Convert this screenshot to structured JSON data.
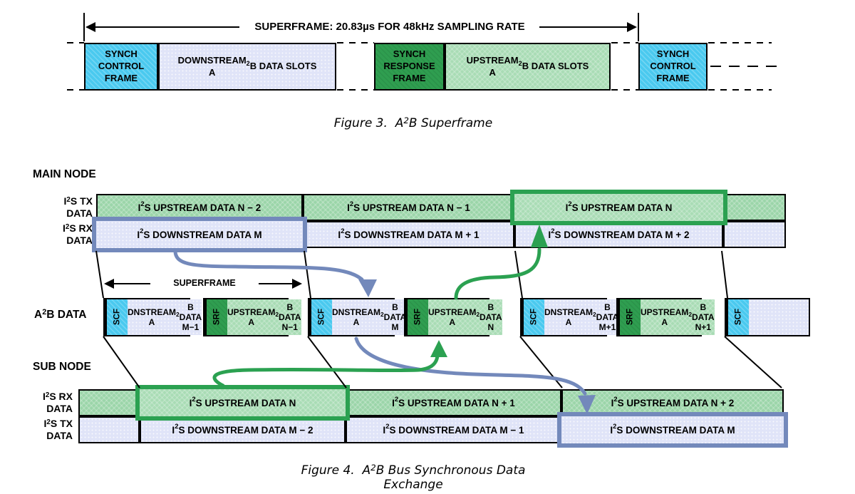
{
  "colors": {
    "scf-cyan": "#4ac9ef",
    "srf-green": "#2f9e50",
    "upstream-green": "#a9dcb5",
    "row-green": "#9bd5a9",
    "row-lavender": "#e0e4f8",
    "highlight-green": "#2ba151",
    "highlight-blue": "#7389bb",
    "arrow-green": "#2ba151",
    "arrow-blue": "#7389bb"
  },
  "figure3": {
    "superframe_label": "SUPERFRAME: 20.83µs FOR 48kHz SAMPLING RATE",
    "blocks": {
      "scf_left": "SYNCH\nCONTROL\nFRAME",
      "downstream": "DOWNSTREAM\nA²B DATA SLOTS",
      "srf": "SYNCH\nRESPONSE\nFRAME",
      "upstream": "UPSTREAM\nA²B DATA SLOTS",
      "scf_right": "SYNCH\nCONTROL\nFRAME"
    },
    "caption": "Figure 3.  A²B Superframe"
  },
  "figure4": {
    "main_node": {
      "title": "MAIN NODE",
      "tx_label": "I²S TX\nDATA",
      "rx_label": "I²S RX\nDATA",
      "tx_blocks": [
        "I²S UPSTREAM DATA N − 2",
        "I²S UPSTREAM DATA N − 1",
        "I²S UPSTREAM DATA N",
        ""
      ],
      "rx_blocks": [
        "I²S DOWNSTREAM DATA M",
        "I²S DOWNSTREAM DATA M + 1",
        "I²S DOWNSTREAM DATA M + 2",
        ""
      ]
    },
    "a2b": {
      "label": "A²B DATA",
      "superframe_label": "SUPERFRAME",
      "groups": [
        {
          "tag": "SCF",
          "body": "DNSTREAM\nA²B DATA\nM−1"
        },
        {
          "tag": "SRF",
          "body": "UPSTREAM\nA²B DATA\nN−1"
        },
        {
          "tag": "SCF",
          "body": "DNSTREAM\nA²B DATA\nM"
        },
        {
          "tag": "SRF",
          "body": "UPSTREAM\nA²B DATA\nN"
        },
        {
          "tag": "SCF",
          "body": "DNSTREAM\nA²B DATA\nM+1"
        },
        {
          "tag": "SRF",
          "body": "UPSTREAM\nA²B DATA\nN+1"
        },
        {
          "tag": "SCF",
          "body": ""
        }
      ]
    },
    "sub_node": {
      "title": "SUB NODE",
      "rx_label": "I²S RX\nDATA",
      "tx_label": "I²S TX\nDATA",
      "rx_blocks": [
        "",
        "I²S UPSTREAM DATA N",
        "I²S UPSTREAM DATA N + 1",
        "I²S UPSTREAM DATA N + 2"
      ],
      "tx_blocks": [
        "",
        "I²S DOWNSTREAM DATA M − 2",
        "I²S DOWNSTREAM DATA M − 1",
        "I²S DOWNSTREAM DATA M"
      ]
    },
    "caption": "Figure 4.  A²B Bus Synchronous Data Exchange"
  }
}
